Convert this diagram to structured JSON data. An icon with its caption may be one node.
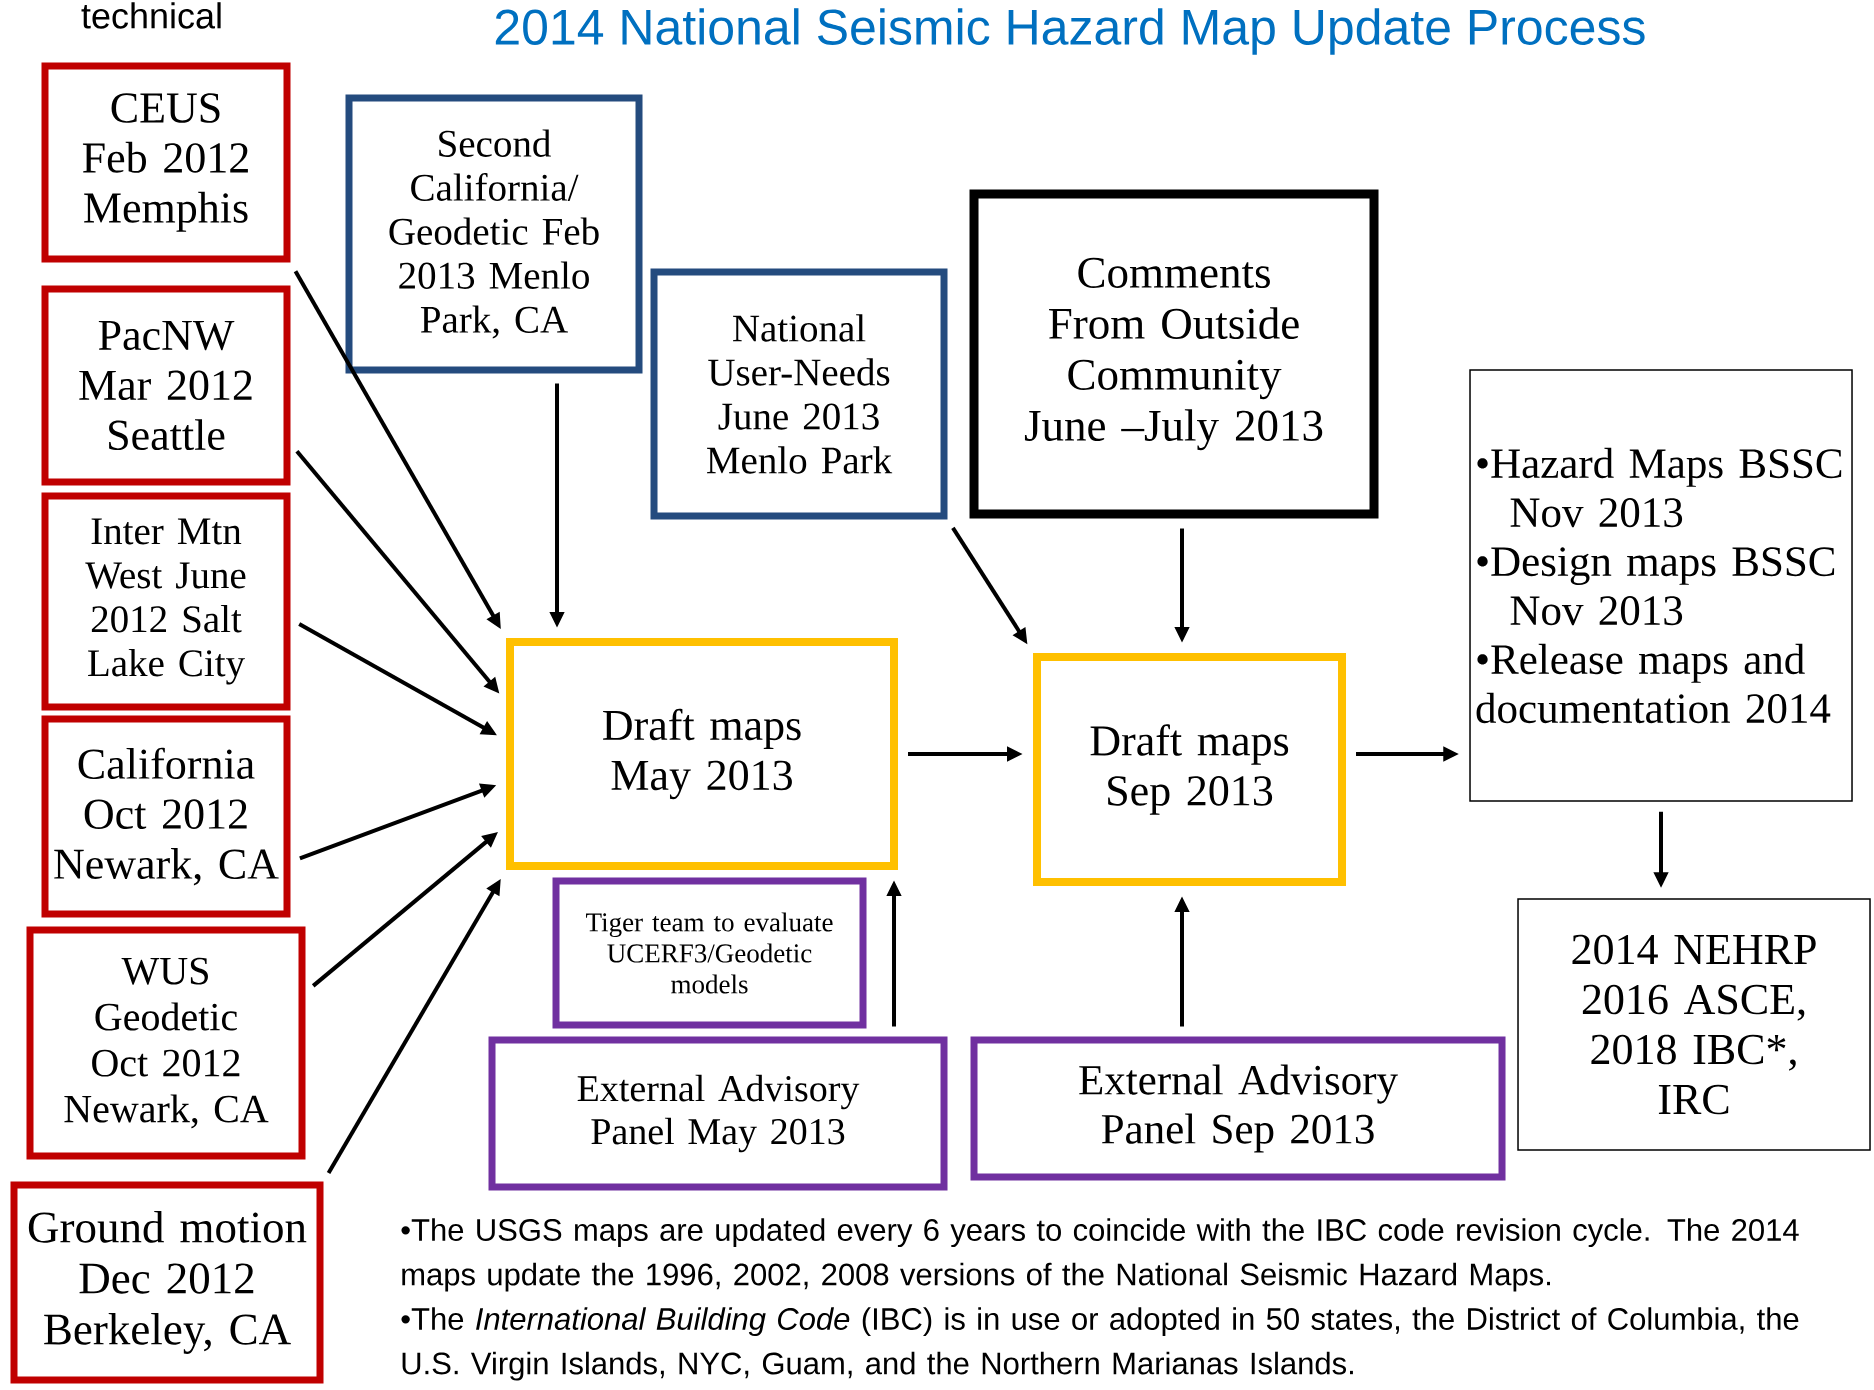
{
  "diagram": {
    "title": "2014 National Seismic Hazard Map Update Process",
    "nodes": [
      {
        "text": [
          "CEUS Feb 2012 Memphis"
        ]
      },
      {
        "text": [
          "PacNW Mar 2012 Seattle"
        ]
      },
      {
        "text": [
          "Inter Mtn West June 2012 Salt Lake City"
        ]
      },
      {
        "text": [
          "California Oct 2012 Newark, CA"
        ]
      },
      {
        "text": [
          "WUS Geodetic Oct 2012 Newark, CA"
        ]
      },
      {
        "text": [
          "Ground motion Dec 2012 Berkeley, CA"
        ]
      },
      {
        "text": [
          "Second California/ Geodetic Feb 2013 Menlo Park, CA"
        ]
      },
      {
        "text": [
          "National User-Needs June 2013 Menlo Park"
        ]
      },
      {
        "text": [
          "Comments From Outside Community June –July 2013"
        ]
      },
      {
        "text": [
          "Draft maps May 2013"
        ]
      },
      {
        "text": [
          "Tiger team to evaluate UCERF3/Geodetic models"
        ]
      },
      {
        "text": [
          "External Advisory Panel May 2013"
        ]
      },
      {
        "text": [
          "Draft maps Sep 2013"
        ]
      },
      {
        "text": [
          "External Advisory Panel Sep 2013"
        ]
      },
      {
        "text": [
          "•Hazard Maps BSSC Nov 2013",
          "•Design maps BSSC Nov 2013",
          "•Release maps and documentation 2014"
        ]
      },
      {
        "text": [
          "2014 NEHRP 2016 ASCE, 2018 IBC*, IRC"
        ]
      }
    ],
    "edges": [
      {
        "from": 0,
        "to": 9,
        "arrow": "to"
      },
      {
        "from": 1,
        "to": 9,
        "arrow": "to"
      },
      {
        "from": 2,
        "to": 9,
        "arrow": "to"
      },
      {
        "from": 3,
        "to": 9,
        "arrow": "to"
      },
      {
        "from": 4,
        "to": 9,
        "arrow": "to"
      },
      {
        "from": 5,
        "to": 9,
        "arrow": "to"
      },
      {
        "from": 6,
        "to": 9,
        "arrow": "to"
      },
      {
        "from": 11,
        "to": 9,
        "arrow": "to"
      },
      {
        "from": 7,
        "to": 12,
        "arrow": "to"
      },
      {
        "from": 8,
        "to": 12,
        "arrow": "to"
      },
      {
        "from": 9,
        "to": 12,
        "arrow": "to"
      },
      {
        "from": 13,
        "to": 12,
        "arrow": "to"
      },
      {
        "from": 12,
        "to": 14,
        "arrow": "to"
      },
      {
        "from": 14,
        "to": 15,
        "arrow": "to"
      }
    ],
    "labels": [
      "technical",
      "•The USGS maps are updated every 6 years to coincide with the IBC code revision cycle. The 2014 maps update the 1996, 2002, 2008 versions of the National Seismic Hazard Maps.",
      "•The *International Building Code* (IBC) is in use or adopted in 50 states, the District of Columbia, the U.S. Virgin Islands, NYC, Guam, and the Northern Marianas Islands."
    ]
  }
}
